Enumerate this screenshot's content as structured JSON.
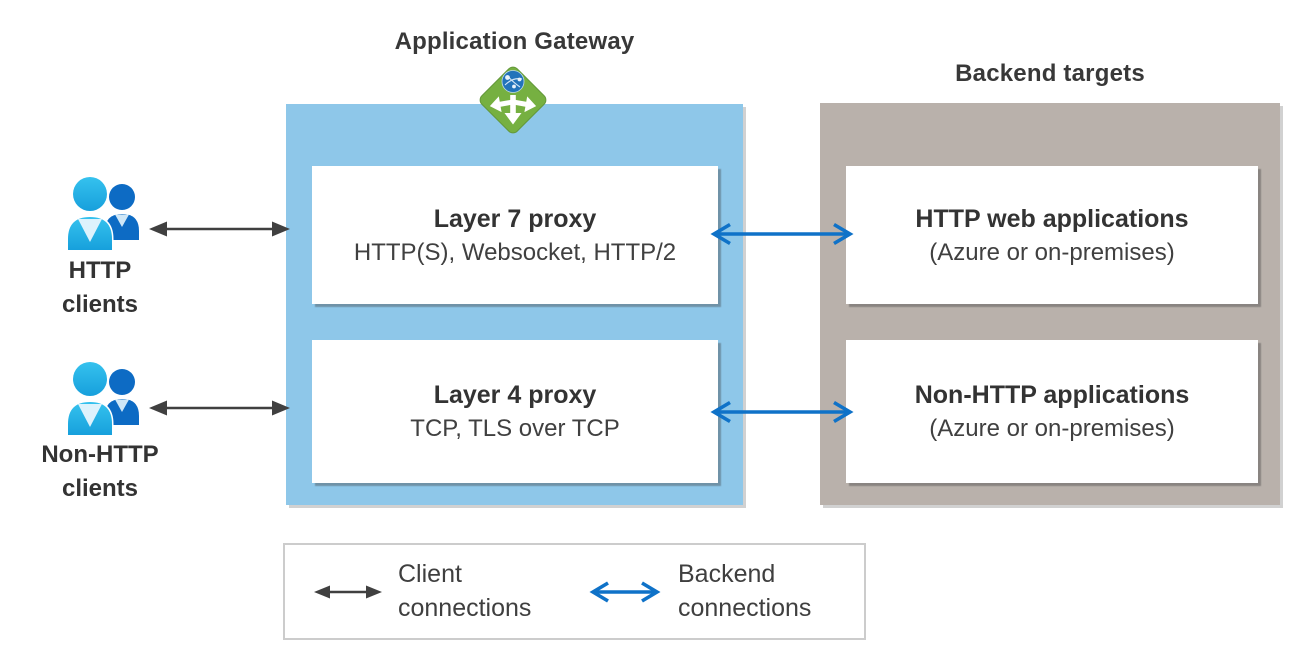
{
  "header": {
    "gateway_title": "Application Gateway",
    "backend_title": "Backend targets"
  },
  "clients": [
    {
      "line1": "HTTP",
      "line2": "clients"
    },
    {
      "line1": "Non-HTTP",
      "line2": "clients"
    }
  ],
  "gateway_rows": [
    {
      "title": "Layer 7 proxy",
      "subtitle": "HTTP(S), Websocket, HTTP/2"
    },
    {
      "title": "Layer 4 proxy",
      "subtitle": "TCP, TLS over TCP"
    }
  ],
  "backend_rows": [
    {
      "title": "HTTP web applications",
      "subtitle": "(Azure or on-premises)"
    },
    {
      "title": "Non-HTTP applications",
      "subtitle": "(Azure or on-premises)"
    }
  ],
  "legend": {
    "client": {
      "line1": "Client",
      "line2": "connections"
    },
    "backend": {
      "line1": "Backend",
      "line2": "connections"
    }
  },
  "icons": {
    "app_gateway": "application-gateway-icon",
    "clients": "users-icon",
    "client_arrow": "black-double-arrow-icon",
    "backend_arrow": "blue-double-arrow-icon"
  },
  "colors": {
    "gateway_box": "#8ec7e9",
    "backend_box": "#b9b1ab",
    "client_arrow": "#404040",
    "backend_arrow": "#0f72c8",
    "text": "#383838",
    "icon_green": "#76b041",
    "icon_globe": "#2273ba",
    "person_front": "#29b2e6",
    "person_back": "#0d6bc4"
  }
}
